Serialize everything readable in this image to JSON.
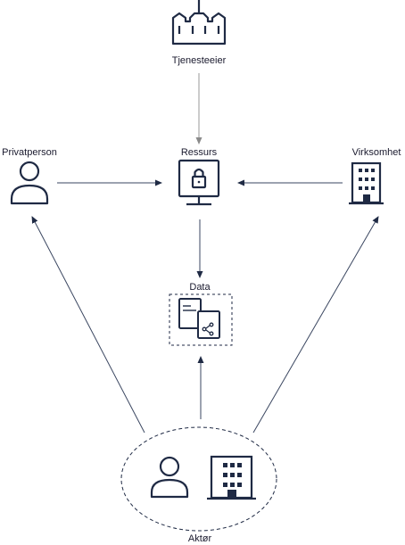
{
  "nodes": {
    "owner": {
      "label": "Tjenesteeier",
      "icon": "building-columns-icon"
    },
    "resource": {
      "label": "Ressurs",
      "icon": "monitor-lock-icon"
    },
    "person": {
      "label": "Privatperson",
      "icon": "person-icon"
    },
    "company": {
      "label": "Virksomhet",
      "icon": "office-building-icon"
    },
    "data": {
      "label": "Data",
      "icon": "document-share-icon"
    },
    "actor": {
      "label": "Aktør",
      "icons": [
        "person-icon",
        "office-building-icon"
      ]
    }
  },
  "edges": [
    {
      "from": "owner",
      "to": "resource"
    },
    {
      "from": "person",
      "to": "resource"
    },
    {
      "from": "company",
      "to": "resource"
    },
    {
      "from": "resource",
      "to": "data"
    },
    {
      "from": "actor",
      "to": "data"
    },
    {
      "from": "actor",
      "to": "person"
    },
    {
      "from": "actor",
      "to": "company"
    }
  ],
  "colors": {
    "stroke": "#1f2a44",
    "line": "#3a4660",
    "owner_line": "#9a9a9a"
  }
}
